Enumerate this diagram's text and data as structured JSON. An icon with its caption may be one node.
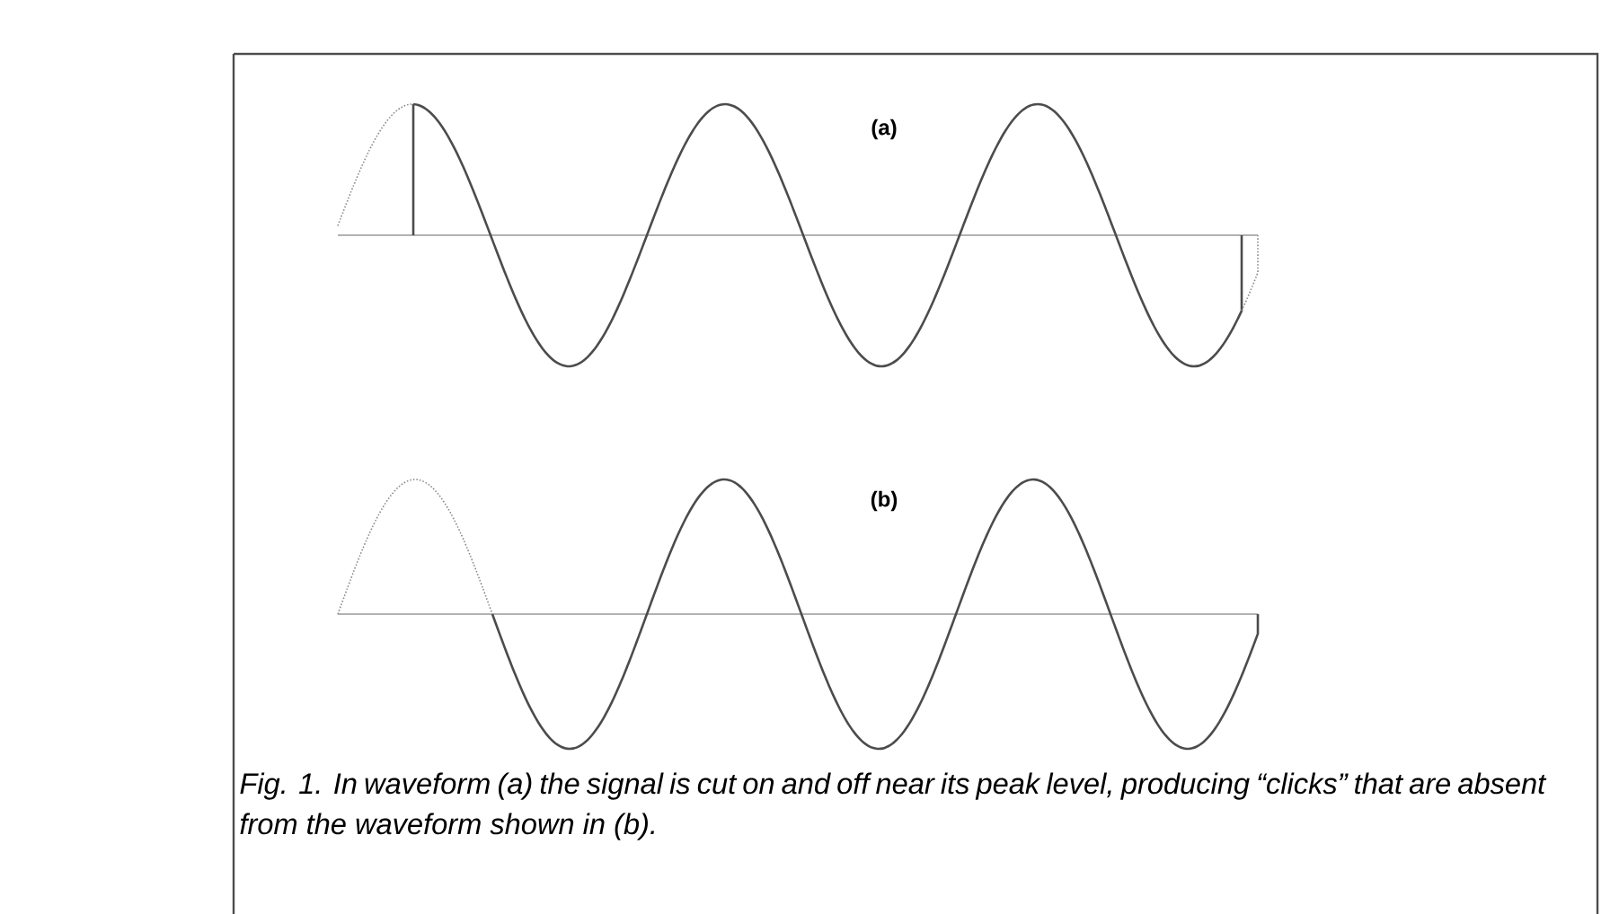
{
  "diagram": {
    "caption": "Fig. 1. In waveform (a) the signal is cut on and off near its peak level, producing “clicks” that are absent from the waveform shown in (b).",
    "labels": [
      "(a)",
      "(b)"
    ]
  }
}
